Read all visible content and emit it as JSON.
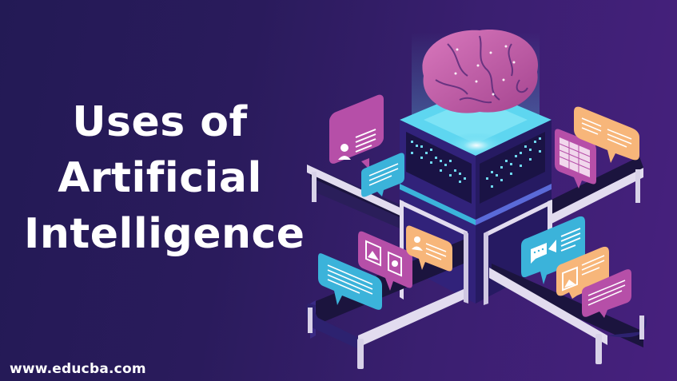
{
  "headline": {
    "line1": "Uses of",
    "line2": "Artificial",
    "line3": "Intelligence"
  },
  "footer": {
    "website": "www.educba.com"
  },
  "illustration": {
    "subject": "isometric AI server with brain on top and conveyor belts carrying chat bubbles",
    "icons": [
      "brain-icon",
      "server-icon",
      "user-icon",
      "image-icon",
      "settings-icon",
      "chat-icon",
      "video-icon",
      "table-icon",
      "text-lines-icon"
    ]
  },
  "colors": {
    "bg_left": "#231a55",
    "bg_right": "#47207e",
    "brain": "#c65aa8",
    "glow": "#5ed6f0",
    "bubble_magenta": "#b64fa8",
    "bubble_cyan": "#3bb3da",
    "bubble_peach": "#f7b67a",
    "belt_rail": "#d8d2e8",
    "server_dark": "#2b1f6a"
  }
}
